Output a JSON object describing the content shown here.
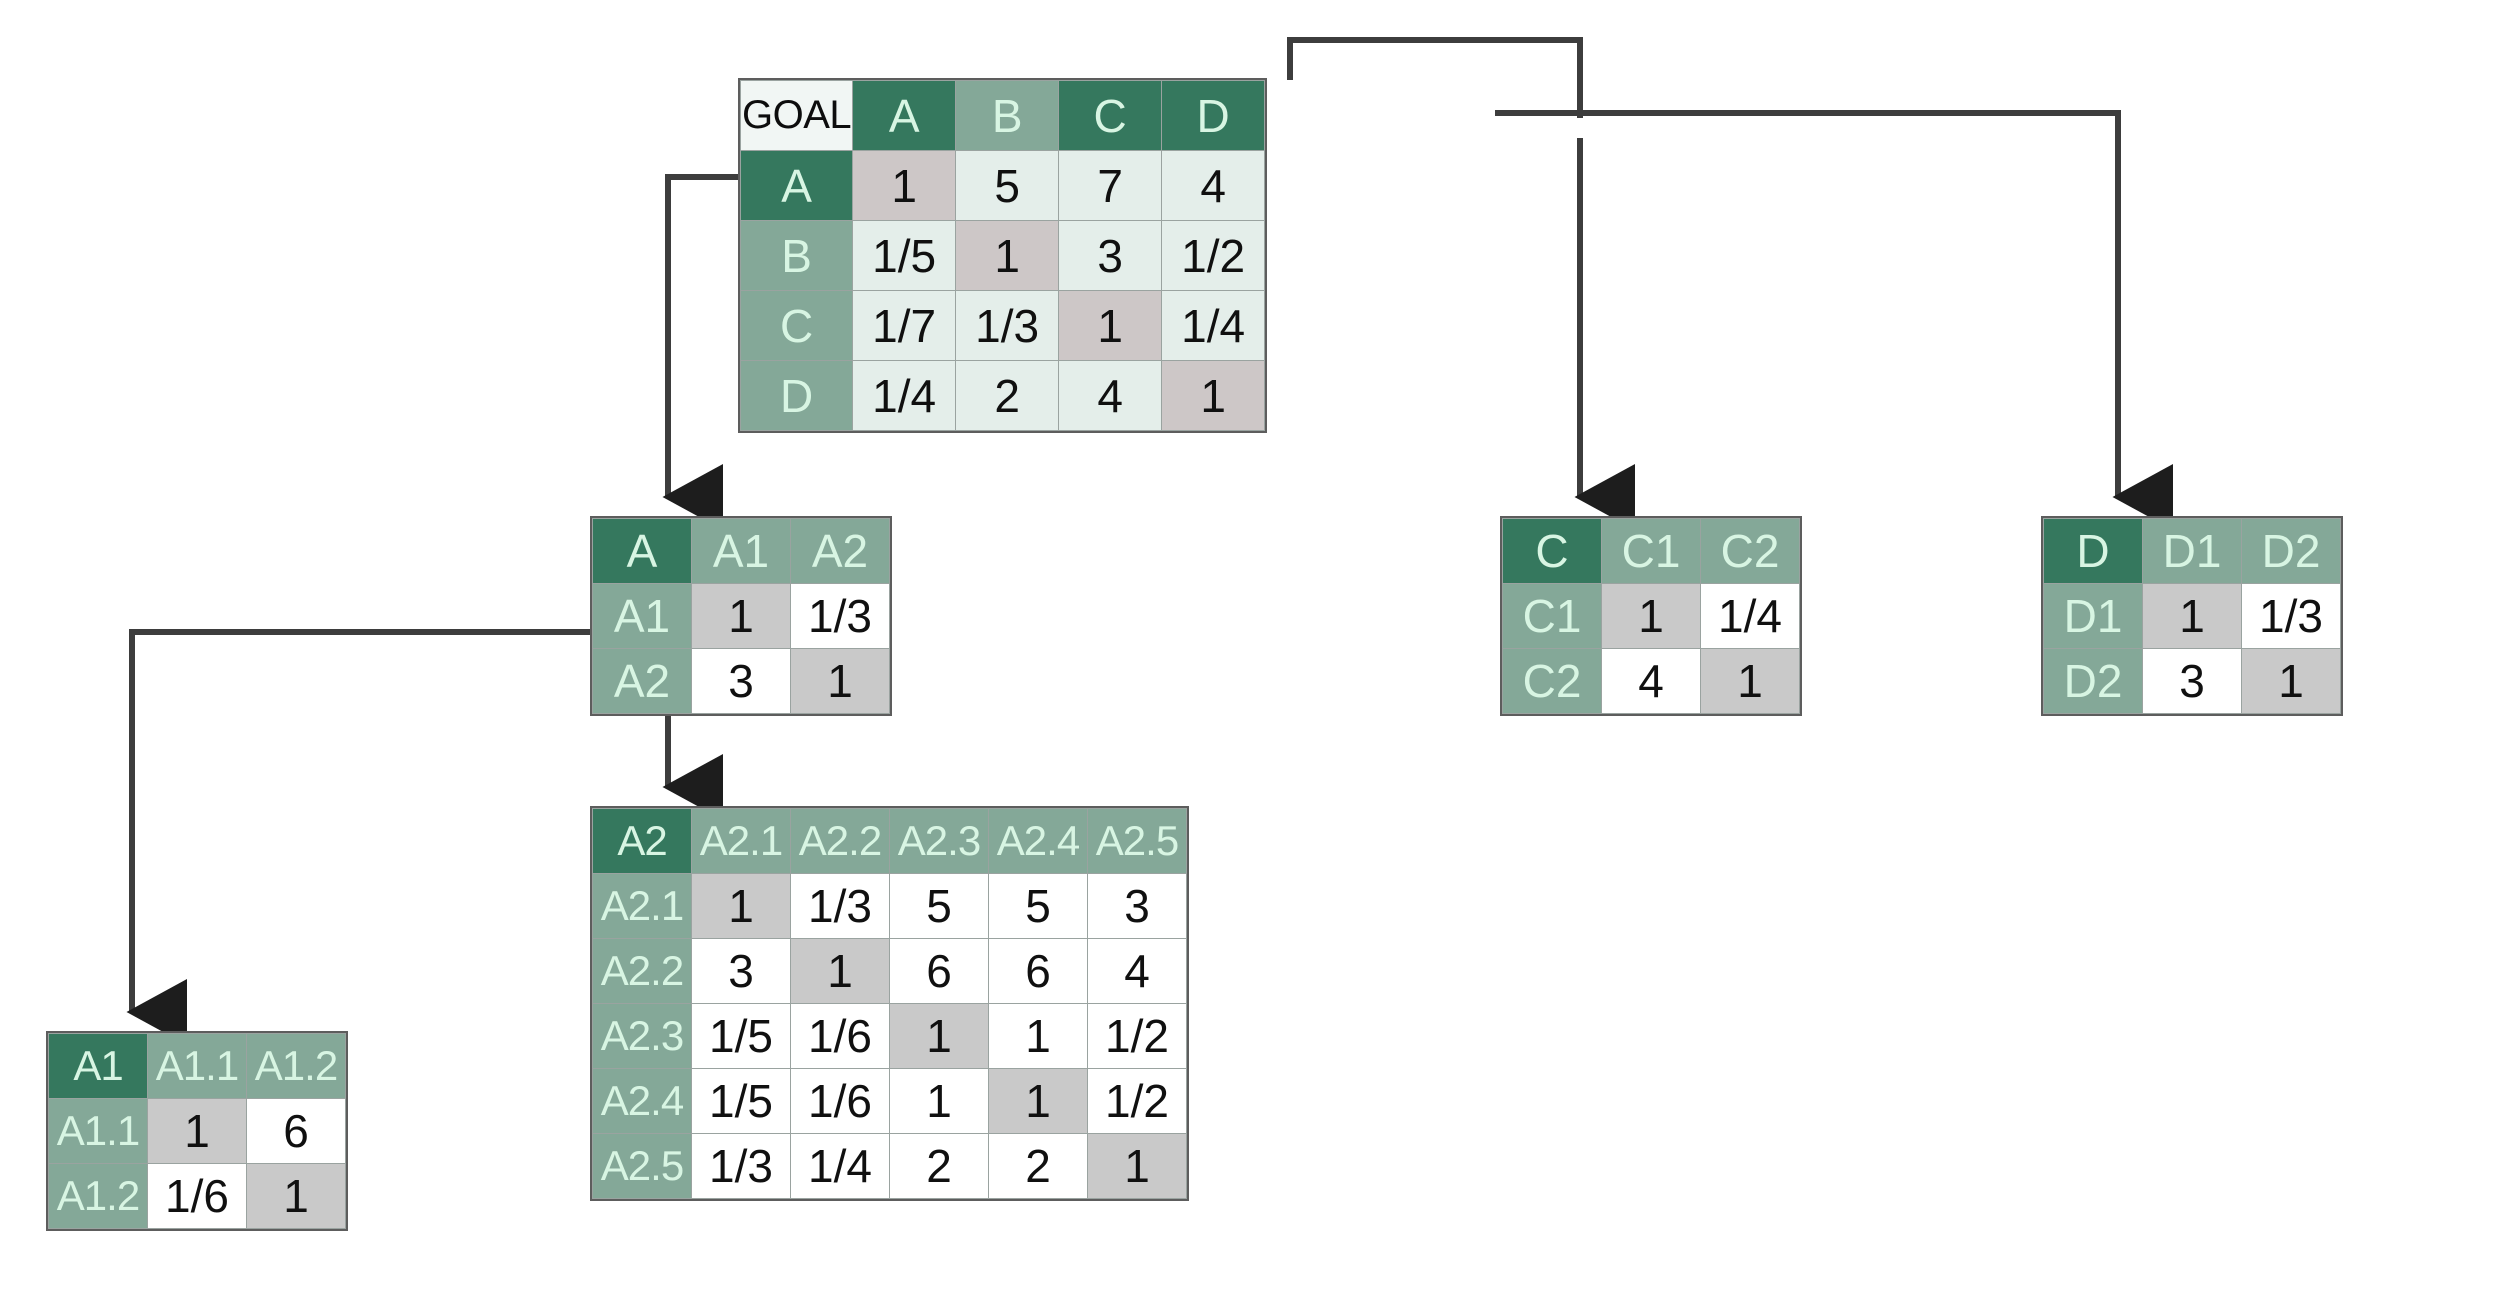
{
  "diagram": {
    "title": "AHP pairwise comparison matrix hierarchy",
    "colors": {
      "dark_green": "#35785e",
      "light_green": "#84a898",
      "header_text": "#d8f5e3",
      "tint_cell": "#e4eeea",
      "diagonal_cell": "#c9c9c9",
      "plain_cell": "#ffffff",
      "connector": "#3d3d3d"
    }
  },
  "tables": {
    "goal": {
      "corner": "GOAL",
      "columns": [
        "A",
        "B",
        "C",
        "D"
      ],
      "rows": [
        "A",
        "B",
        "C",
        "D"
      ],
      "values": [
        [
          "1",
          "5",
          "7",
          "4"
        ],
        [
          "1/5",
          "1",
          "3",
          "1/2"
        ],
        [
          "1/7",
          "1/3",
          "1",
          "1/4"
        ],
        [
          "1/4",
          "2",
          "4",
          "1"
        ]
      ]
    },
    "a": {
      "corner": "A",
      "columns": [
        "A1",
        "A2"
      ],
      "rows": [
        "A1",
        "A2"
      ],
      "values": [
        [
          "1",
          "1/3"
        ],
        [
          "3",
          "1"
        ]
      ]
    },
    "c": {
      "corner": "C",
      "columns": [
        "C1",
        "C2"
      ],
      "rows": [
        "C1",
        "C2"
      ],
      "values": [
        [
          "1",
          "1/4"
        ],
        [
          "4",
          "1"
        ]
      ]
    },
    "d": {
      "corner": "D",
      "columns": [
        "D1",
        "D2"
      ],
      "rows": [
        "D1",
        "D2"
      ],
      "values": [
        [
          "1",
          "1/3"
        ],
        [
          "3",
          "1"
        ]
      ]
    },
    "a1": {
      "corner": "A1",
      "columns": [
        "A1.1",
        "A1.2"
      ],
      "rows": [
        "A1.1",
        "A1.2"
      ],
      "values": [
        [
          "1",
          "6"
        ],
        [
          "1/6",
          "1"
        ]
      ]
    },
    "a2": {
      "corner": "A2",
      "columns": [
        "A2.1",
        "A2.2",
        "A2.3",
        "A2.4",
        "A2.5"
      ],
      "rows": [
        "A2.1",
        "A2.2",
        "A2.3",
        "A2.4",
        "A2.5"
      ],
      "values": [
        [
          "1",
          "1/3",
          "5",
          "5",
          "3"
        ],
        [
          "3",
          "1",
          "6",
          "6",
          "4"
        ],
        [
          "1/5",
          "1/6",
          "1",
          "1",
          "1/2"
        ],
        [
          "1/5",
          "1/6",
          "1",
          "1",
          "1/2"
        ],
        [
          "1/3",
          "1/4",
          "2",
          "2",
          "1"
        ]
      ]
    }
  },
  "connectors": [
    {
      "name": "goal-to-a",
      "from": "goal.row.A",
      "to": "a.header"
    },
    {
      "name": "goal-to-c",
      "from": "goal.column.C",
      "to": "c.header"
    },
    {
      "name": "goal-to-d",
      "from": "goal.row.D",
      "to": "d.header"
    },
    {
      "name": "a-to-a1",
      "from": "a.row.A1",
      "to": "a1.header"
    },
    {
      "name": "a-to-a2",
      "from": "a.row.A2",
      "to": "a2.header"
    }
  ]
}
